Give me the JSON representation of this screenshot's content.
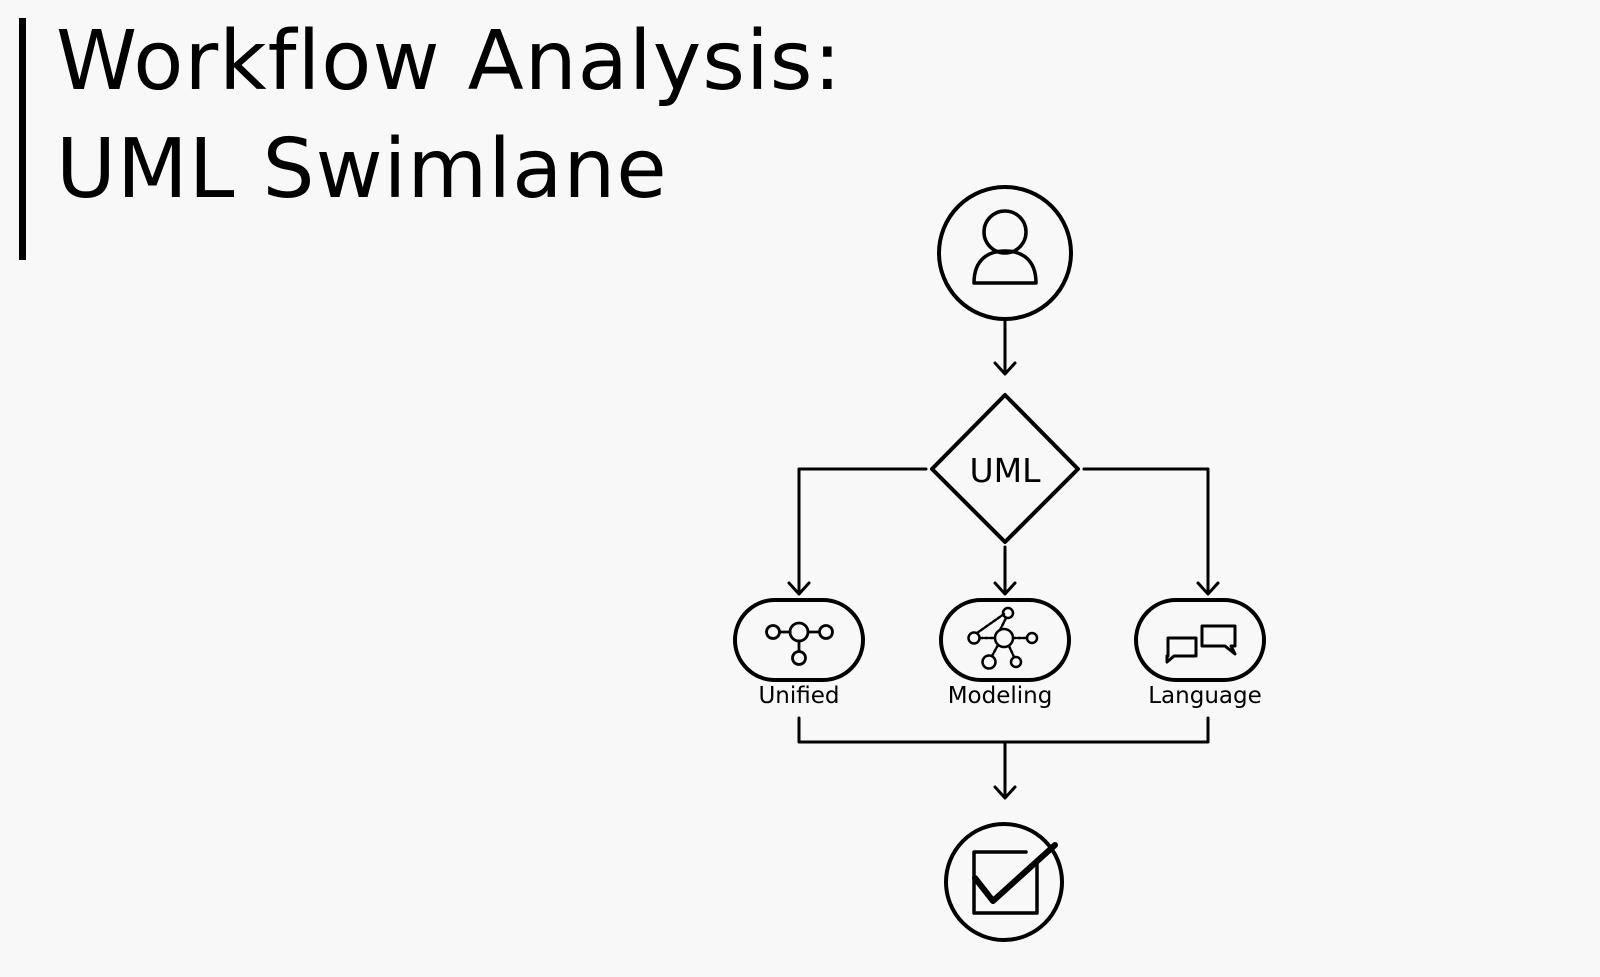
{
  "title": {
    "line1": "Workflow Analysis:",
    "line2": "UML Swimlane"
  },
  "diagram": {
    "start_icon": "user-icon",
    "decision": {
      "label": "UML"
    },
    "nodes": [
      {
        "label": "Unified",
        "icon": "network-icon"
      },
      {
        "label": "Modeling",
        "icon": "graph-nodes-icon"
      },
      {
        "label": "Language",
        "icon": "chat-bubbles-icon"
      }
    ],
    "end_icon": "checkbox-check-icon"
  }
}
